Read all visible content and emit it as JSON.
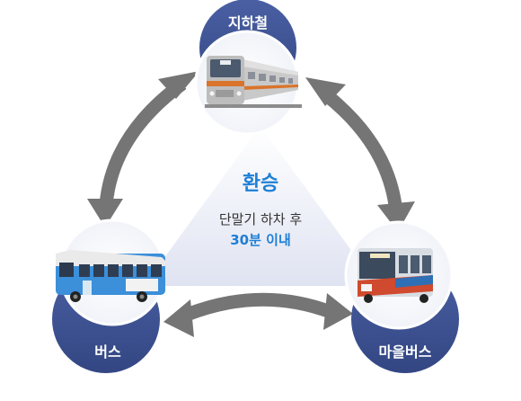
{
  "center": {
    "title": "환승",
    "line1": "단말기 하차 후",
    "line2": "30분 이내"
  },
  "nodes": {
    "subway": {
      "label": "지하철",
      "icon": "subway-train-photo"
    },
    "bus": {
      "label": "버스",
      "icon": "city-bus-photo"
    },
    "village_bus": {
      "label": "마을버스",
      "icon": "village-bus-photo"
    }
  },
  "colors": {
    "navy": "#3f5495",
    "accent": "#1e7fd6",
    "arrow": "#757575",
    "triangle": "#e7eaf5"
  }
}
